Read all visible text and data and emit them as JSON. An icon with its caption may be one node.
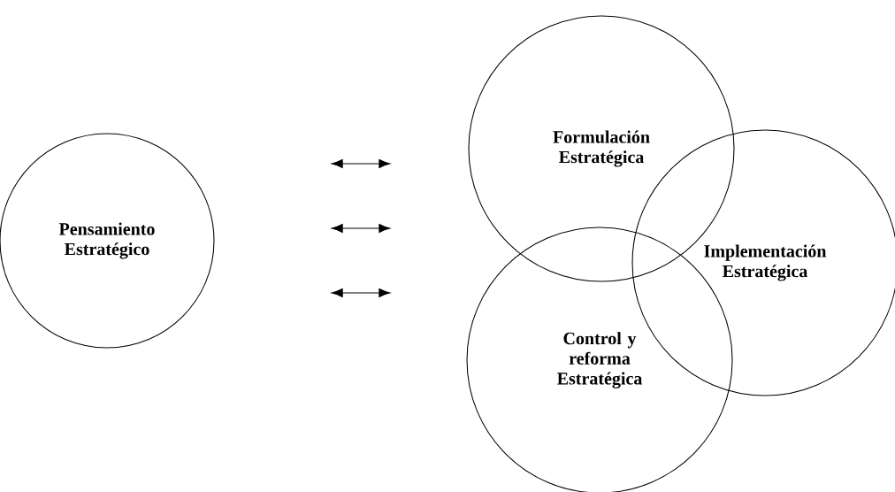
{
  "diagram": {
    "nodes": [
      {
        "text": [
          "Pensamiento Estratégico"
        ]
      },
      {
        "text": [
          "Formulación Estratégica"
        ]
      },
      {
        "text": [
          "Implementación Estratégica"
        ]
      },
      {
        "text": [
          "Control y reforma Estratégica"
        ]
      }
    ]
  }
}
